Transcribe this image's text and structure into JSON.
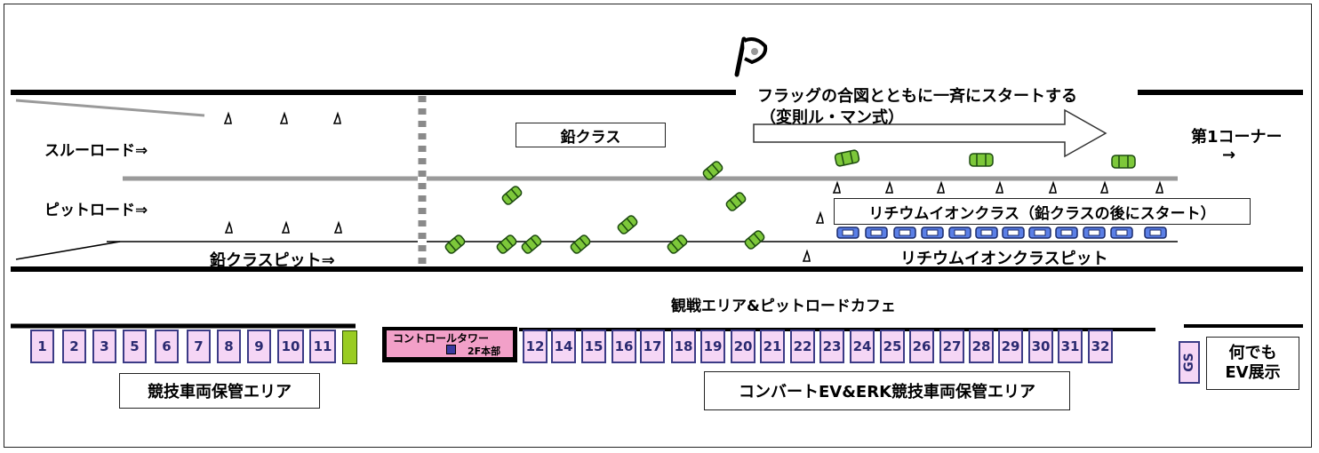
{
  "start_note": {
    "line1": "フラッグの合図とともに一斉にスタートする",
    "line2": "（変則ル・マン式）"
  },
  "first_corner": "第1コーナー",
  "corner_arrow": "→",
  "through_road": "スルーロード⇒",
  "pit_road": "ピットロード⇒",
  "lead_class_pit": "鉛クラスピット⇒",
  "lead_class": "鉛クラス",
  "lithium_class": "リチウムイオンクラス（鉛クラスの後にスタート）",
  "lithium_pit": "リチウムイオンクラスピット",
  "spectator_area": "観戦エリア&ピットロードカフェ",
  "control_tower": "コントロールタワー",
  "hq": "2F本部",
  "left_slots": [
    "1",
    "2",
    "3",
    "5",
    "6",
    "7",
    "8",
    "9",
    "10",
    "11"
  ],
  "right_slots": [
    "12",
    "14",
    "15",
    "16",
    "17",
    "18",
    "19",
    "20",
    "21",
    "22",
    "23",
    "24",
    "25",
    "26",
    "27",
    "28",
    "29",
    "30",
    "31",
    "32"
  ],
  "competition_storage": "競技車両保管エリア",
  "convert_storage": "コンバートEV&ERK競技車両保管エリア",
  "gs": "GS",
  "ev_display_line1": "何でも",
  "ev_display_line2": "EV展示",
  "colors": {
    "lead_car": "#7dc83a",
    "lithium_car": "#5b7fe6",
    "slot_fill": "#f5d6f5",
    "slot_border": "#3b3b86",
    "tower_fill": "#f2a0c8",
    "green_block": "#99cc22",
    "road_gray": "#9a9a9a"
  }
}
